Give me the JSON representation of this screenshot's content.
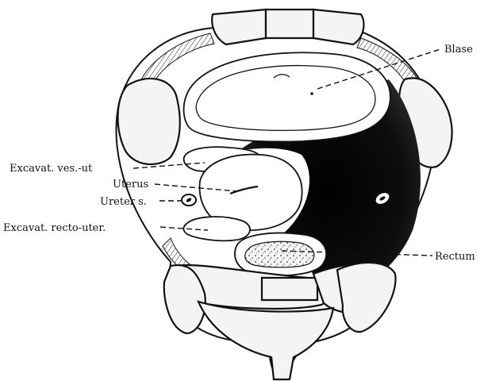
{
  "labels": {
    "blase": "Blase",
    "excavat_ves_ut": "Excavat. ves.-ut",
    "uterus": "Uterus",
    "ureter": "Ureter s.",
    "excavat_recto_uter": "Excavat. recto-uter.",
    "rectum": "Rectum"
  },
  "colors": {
    "ink": "#111111",
    "bone_fill": "#f4f4f4",
    "paper": "#ffffff"
  }
}
